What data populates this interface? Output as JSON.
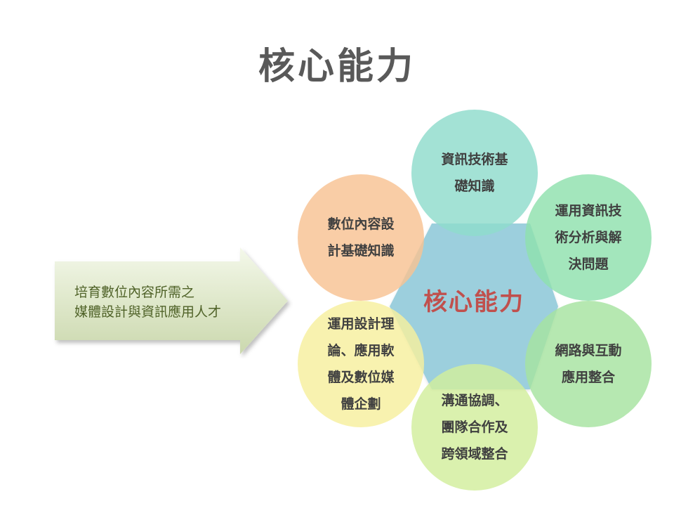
{
  "title": "核心能力",
  "arrow": {
    "lines": [
      "培育數位內容所需之",
      "媒體設計與資訊應用人才"
    ]
  },
  "center": {
    "label": "核心能力",
    "color": "#9ccfdd"
  },
  "nodes": [
    {
      "lines": [
        "資訊技術基",
        "礎知識"
      ],
      "color": "#8fdccc"
    },
    {
      "lines": [
        "運用資訊技",
        "術分析與解",
        "決問題"
      ],
      "color": "#8fe0ad"
    },
    {
      "lines": [
        "網路與互動",
        "應用整合"
      ],
      "color": "#a6e3a0"
    },
    {
      "lines": [
        "溝通協調、",
        "團隊合作及",
        "跨領域整合"
      ],
      "color": "#d2ee9c"
    },
    {
      "lines": [
        "運用設計理",
        "論、應用軟",
        "體及數位媒",
        "體企劃"
      ],
      "color": "#f6ef9e"
    },
    {
      "lines": [
        "數位內容設",
        "計基礎知識"
      ],
      "color": "#f8c293"
    }
  ],
  "colors": {
    "title": "#595959",
    "arrow_text": "#4f6228",
    "center_text": "#c0504d",
    "node_text": "#404040"
  }
}
